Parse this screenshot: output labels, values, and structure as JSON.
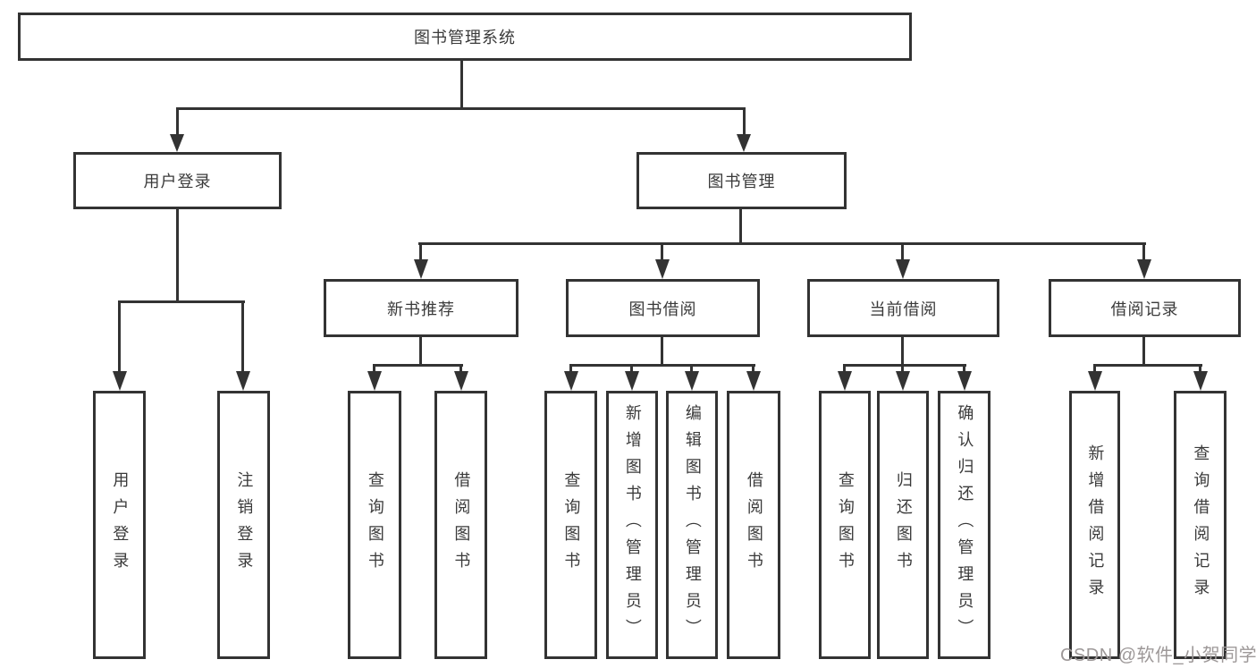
{
  "diagram": {
    "type": "hierarchy-tree",
    "root": {
      "label": "图书管理系统"
    },
    "branches": [
      {
        "label": "用户登录",
        "children": [
          {
            "label": "用户登录"
          },
          {
            "label": "注销登录"
          }
        ]
      },
      {
        "label": "图书管理",
        "children": [
          {
            "label": "新书推荐",
            "children": [
              {
                "label": "查询图书"
              },
              {
                "label": "借阅图书"
              }
            ]
          },
          {
            "label": "图书借阅",
            "children": [
              {
                "label": "查询图书"
              },
              {
                "label": "新增图书（管理员）"
              },
              {
                "label": "编辑图书（管理员）"
              },
              {
                "label": "借阅图书"
              }
            ]
          },
          {
            "label": "当前借阅",
            "children": [
              {
                "label": "查询图书"
              },
              {
                "label": "归还图书"
              },
              {
                "label": "确认归还（管理员）"
              }
            ]
          },
          {
            "label": "借阅记录",
            "children": [
              {
                "label": "新增借阅记录"
              },
              {
                "label": "查询借阅记录"
              }
            ]
          }
        ]
      }
    ]
  },
  "watermark": {
    "text": "CSDN @软件_小贺同学"
  },
  "colors": {
    "line": "#333333",
    "text": "#3a3a3a",
    "background": "#ffffff",
    "watermark": "#9d9898"
  }
}
